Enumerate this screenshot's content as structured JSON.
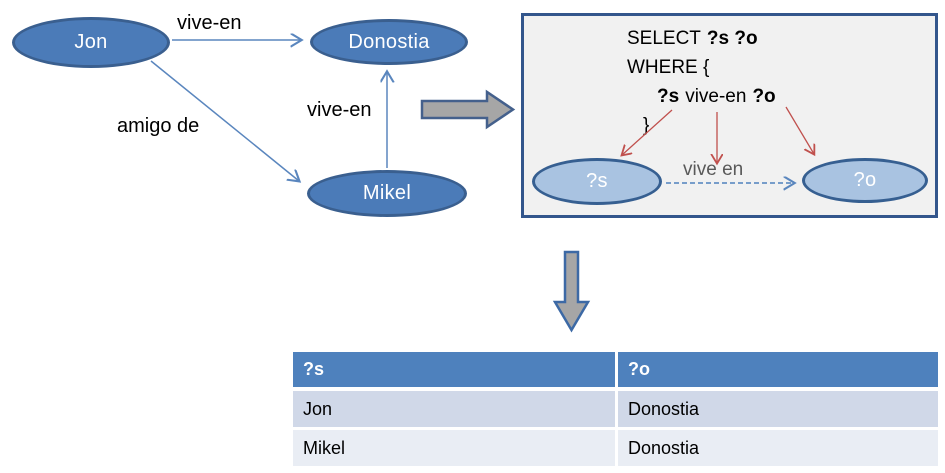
{
  "graph": {
    "nodes": {
      "jon": "Jon",
      "donostia": "Donostia",
      "mikel": "Mikel"
    },
    "edges": {
      "jon_donostia": "vive-en",
      "jon_mikel": "amigo de",
      "mikel_donostia": "vive-en"
    }
  },
  "query_box": {
    "select_keyword": "SELECT",
    "select_vars": "?s ?o",
    "where_line": "WHERE {",
    "triple_subject": "?s",
    "triple_predicate": "vive-en",
    "triple_object": "?o",
    "closing_brace": "}",
    "subject_node": "?s",
    "object_node": "?o",
    "edge_label": "vive en"
  },
  "results_table": {
    "headers": [
      "?s",
      "?o"
    ],
    "rows": [
      [
        "Jon",
        "Donostia"
      ],
      [
        "Mikel",
        "Donostia"
      ]
    ]
  },
  "colors": {
    "node_fill": "#4b7bb8",
    "node_border": "#3a5f8f",
    "light_node_fill": "#a9c3e1",
    "light_node_border": "#365f91",
    "edge_blue": "#5a86be",
    "red_arrow": "#c0504d",
    "box_border": "#33568c",
    "box_background": "#f1f1f1",
    "block_arrow_fill": "#a6a6a6",
    "block_arrow_border": "#44608c",
    "table_header": "#4e81bd",
    "table_row_odd": "#d0d8e8",
    "table_row_even": "#e9edf4",
    "dash_label_gray": "#595959"
  }
}
